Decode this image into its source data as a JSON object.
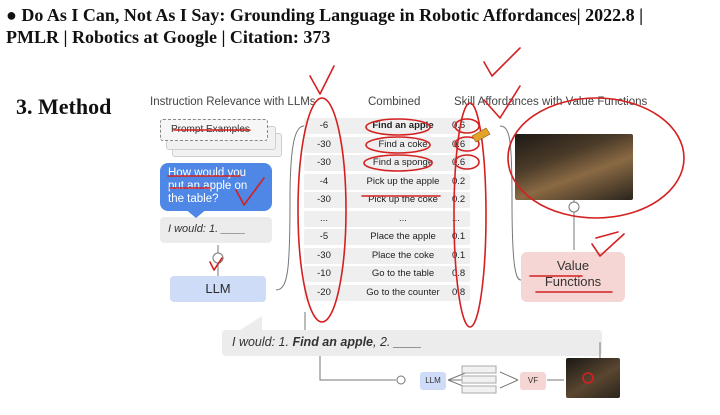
{
  "header": {
    "line1": "● Do As I Can, Not As I Say: Grounding Language in Robotic Affordances| 2022.8 |",
    "line2": "PMLR | Robotics at Google | Citation: 373"
  },
  "section_title": "3. Method",
  "columns": {
    "relevance": "Instruction Relevance with LLMs",
    "combined": "Combined",
    "affordances": "Skill Affordances with Value Functions"
  },
  "prompt_examples": "Prompt Examples",
  "query": "How would you put an apple on the table?",
  "i_would": "I would: 1. ____",
  "llm_label": "LLM",
  "rows": [
    {
      "score": "-6",
      "skill": "Find an apple",
      "aff": "0.6"
    },
    {
      "score": "-30",
      "skill": "Find a coke",
      "aff": "0.6"
    },
    {
      "score": "-30",
      "skill": "Find a sponge",
      "aff": "0.6"
    },
    {
      "score": "-4",
      "skill": "Pick up the apple",
      "aff": "0.2"
    },
    {
      "score": "-30",
      "skill": "Pick up the coke",
      "aff": "0.2"
    },
    {
      "score": "...",
      "skill": "...",
      "aff": "..."
    },
    {
      "score": "-5",
      "skill": "Place the apple",
      "aff": "0.1"
    },
    {
      "score": "-30",
      "skill": "Place the coke",
      "aff": "0.1"
    },
    {
      "score": "-10",
      "skill": "Go to the table",
      "aff": "0.8"
    },
    {
      "score": "-20",
      "skill": "Go to the counter",
      "aff": "0.8"
    }
  ],
  "value_functions": {
    "line1": "Value",
    "line2": "Functions"
  },
  "bottom": {
    "prefix": "I would: 1. ",
    "bold": "Find an apple",
    "suffix": ", 2. ____"
  },
  "mini_llm": "LLM",
  "mini_vf": "VF",
  "colors": {
    "llm_blue": "#cfdcf7",
    "query_blue": "#4e87e6",
    "vf_pink": "#f6d6d4",
    "annotation_red": "#d42020"
  }
}
